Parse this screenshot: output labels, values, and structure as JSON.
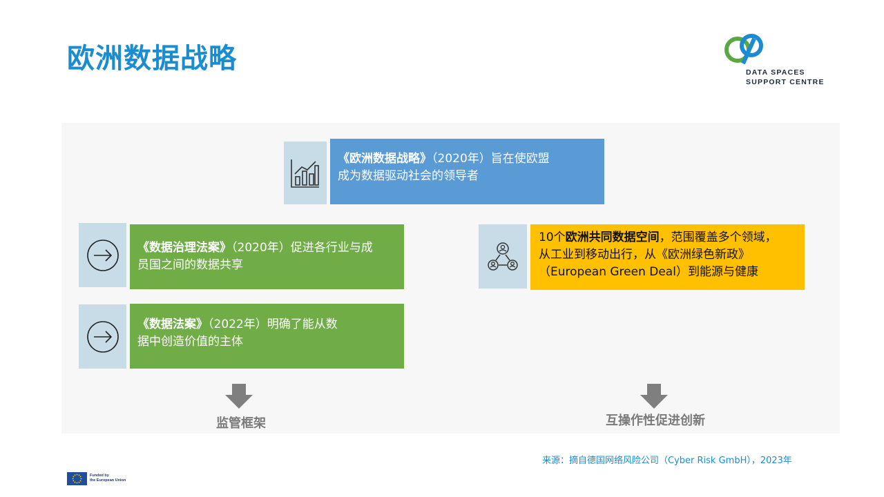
{
  "title": "欧洲数据战略",
  "logo": {
    "line1": "DATA SPACES",
    "line2": "SUPPORT CENTRE"
  },
  "boxes": {
    "strategy": {
      "bold": "《欧洲数据战略》",
      "rest1": "（2020年）旨在使欧盟",
      "rest2": "成为数据驱动社会的领导者",
      "color": "#5b9bd5"
    },
    "governance_act": {
      "bold": "《数据治理法案》",
      "rest1": "（2020年）促进各行业与成",
      "rest2": "员国之间的数据共享",
      "color": "#70ad47"
    },
    "data_act": {
      "bold": "《数据法案》",
      "rest1": "（2022年）明确了能从数",
      "rest2": "据中创造价值的主体",
      "color": "#70ad47"
    },
    "data_spaces": {
      "pre": "10个",
      "bold": "欧洲共同数据空间",
      "rest1": "，范围覆盖多个领域，",
      "line2": "从工业到移动出行，从《欧洲绿色新政》",
      "line3": "（European Green Deal）到能源与健康",
      "color": "#ffc000"
    }
  },
  "icons": {
    "strategy": "bar-chart-icon",
    "governance_act": "arrow-right-circle-icon",
    "data_act": "arrow-right-circle-icon",
    "data_spaces": "people-network-icon"
  },
  "captions": {
    "left": "监管框架",
    "right": "互操作性促进创新"
  },
  "source": "来源：摘自德国网络风险公司（Cyber Risk GmbH），2023年",
  "eu": {
    "line1": "Funded by",
    "line2": "the European Union"
  }
}
